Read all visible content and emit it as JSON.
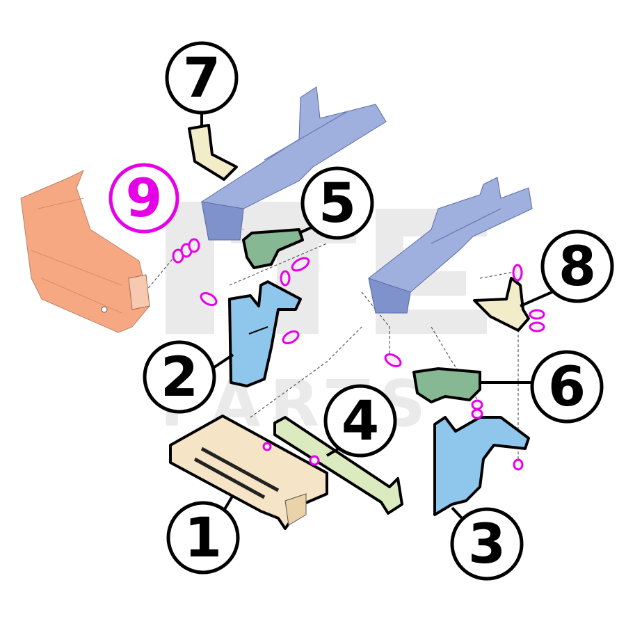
{
  "diagram": {
    "watermark_text": "PARTS",
    "callouts": [
      {
        "id": "1",
        "label": "1",
        "part": "hitch-receiver-box"
      },
      {
        "id": "2",
        "label": "2",
        "part": "left-mounting-bracket"
      },
      {
        "id": "3",
        "label": "3",
        "part": "right-mounting-bracket"
      },
      {
        "id": "4",
        "label": "4",
        "part": "cross-brace"
      },
      {
        "id": "5",
        "label": "5",
        "part": "left-frame-adapter"
      },
      {
        "id": "6",
        "label": "6",
        "part": "right-frame-adapter"
      },
      {
        "id": "7",
        "label": "7",
        "part": "l-spacer-plate"
      },
      {
        "id": "8",
        "label": "8",
        "part": "corner-gusset"
      },
      {
        "id": "9",
        "label": "9",
        "part": "bumper-fasteners",
        "highlighted": true
      }
    ],
    "colors": {
      "frame_rail": "#9fb0de",
      "bumper": "#f6a883",
      "receiver": "#f6e4c6",
      "bracket": "#8fc6ec",
      "adapter": "#86b894",
      "brace": "#dcebbf",
      "plate": "#f3ecc8",
      "hardware_highlight": "#e600e6",
      "callout_outline": "#000000",
      "watermark": "#d9d9d9"
    }
  }
}
